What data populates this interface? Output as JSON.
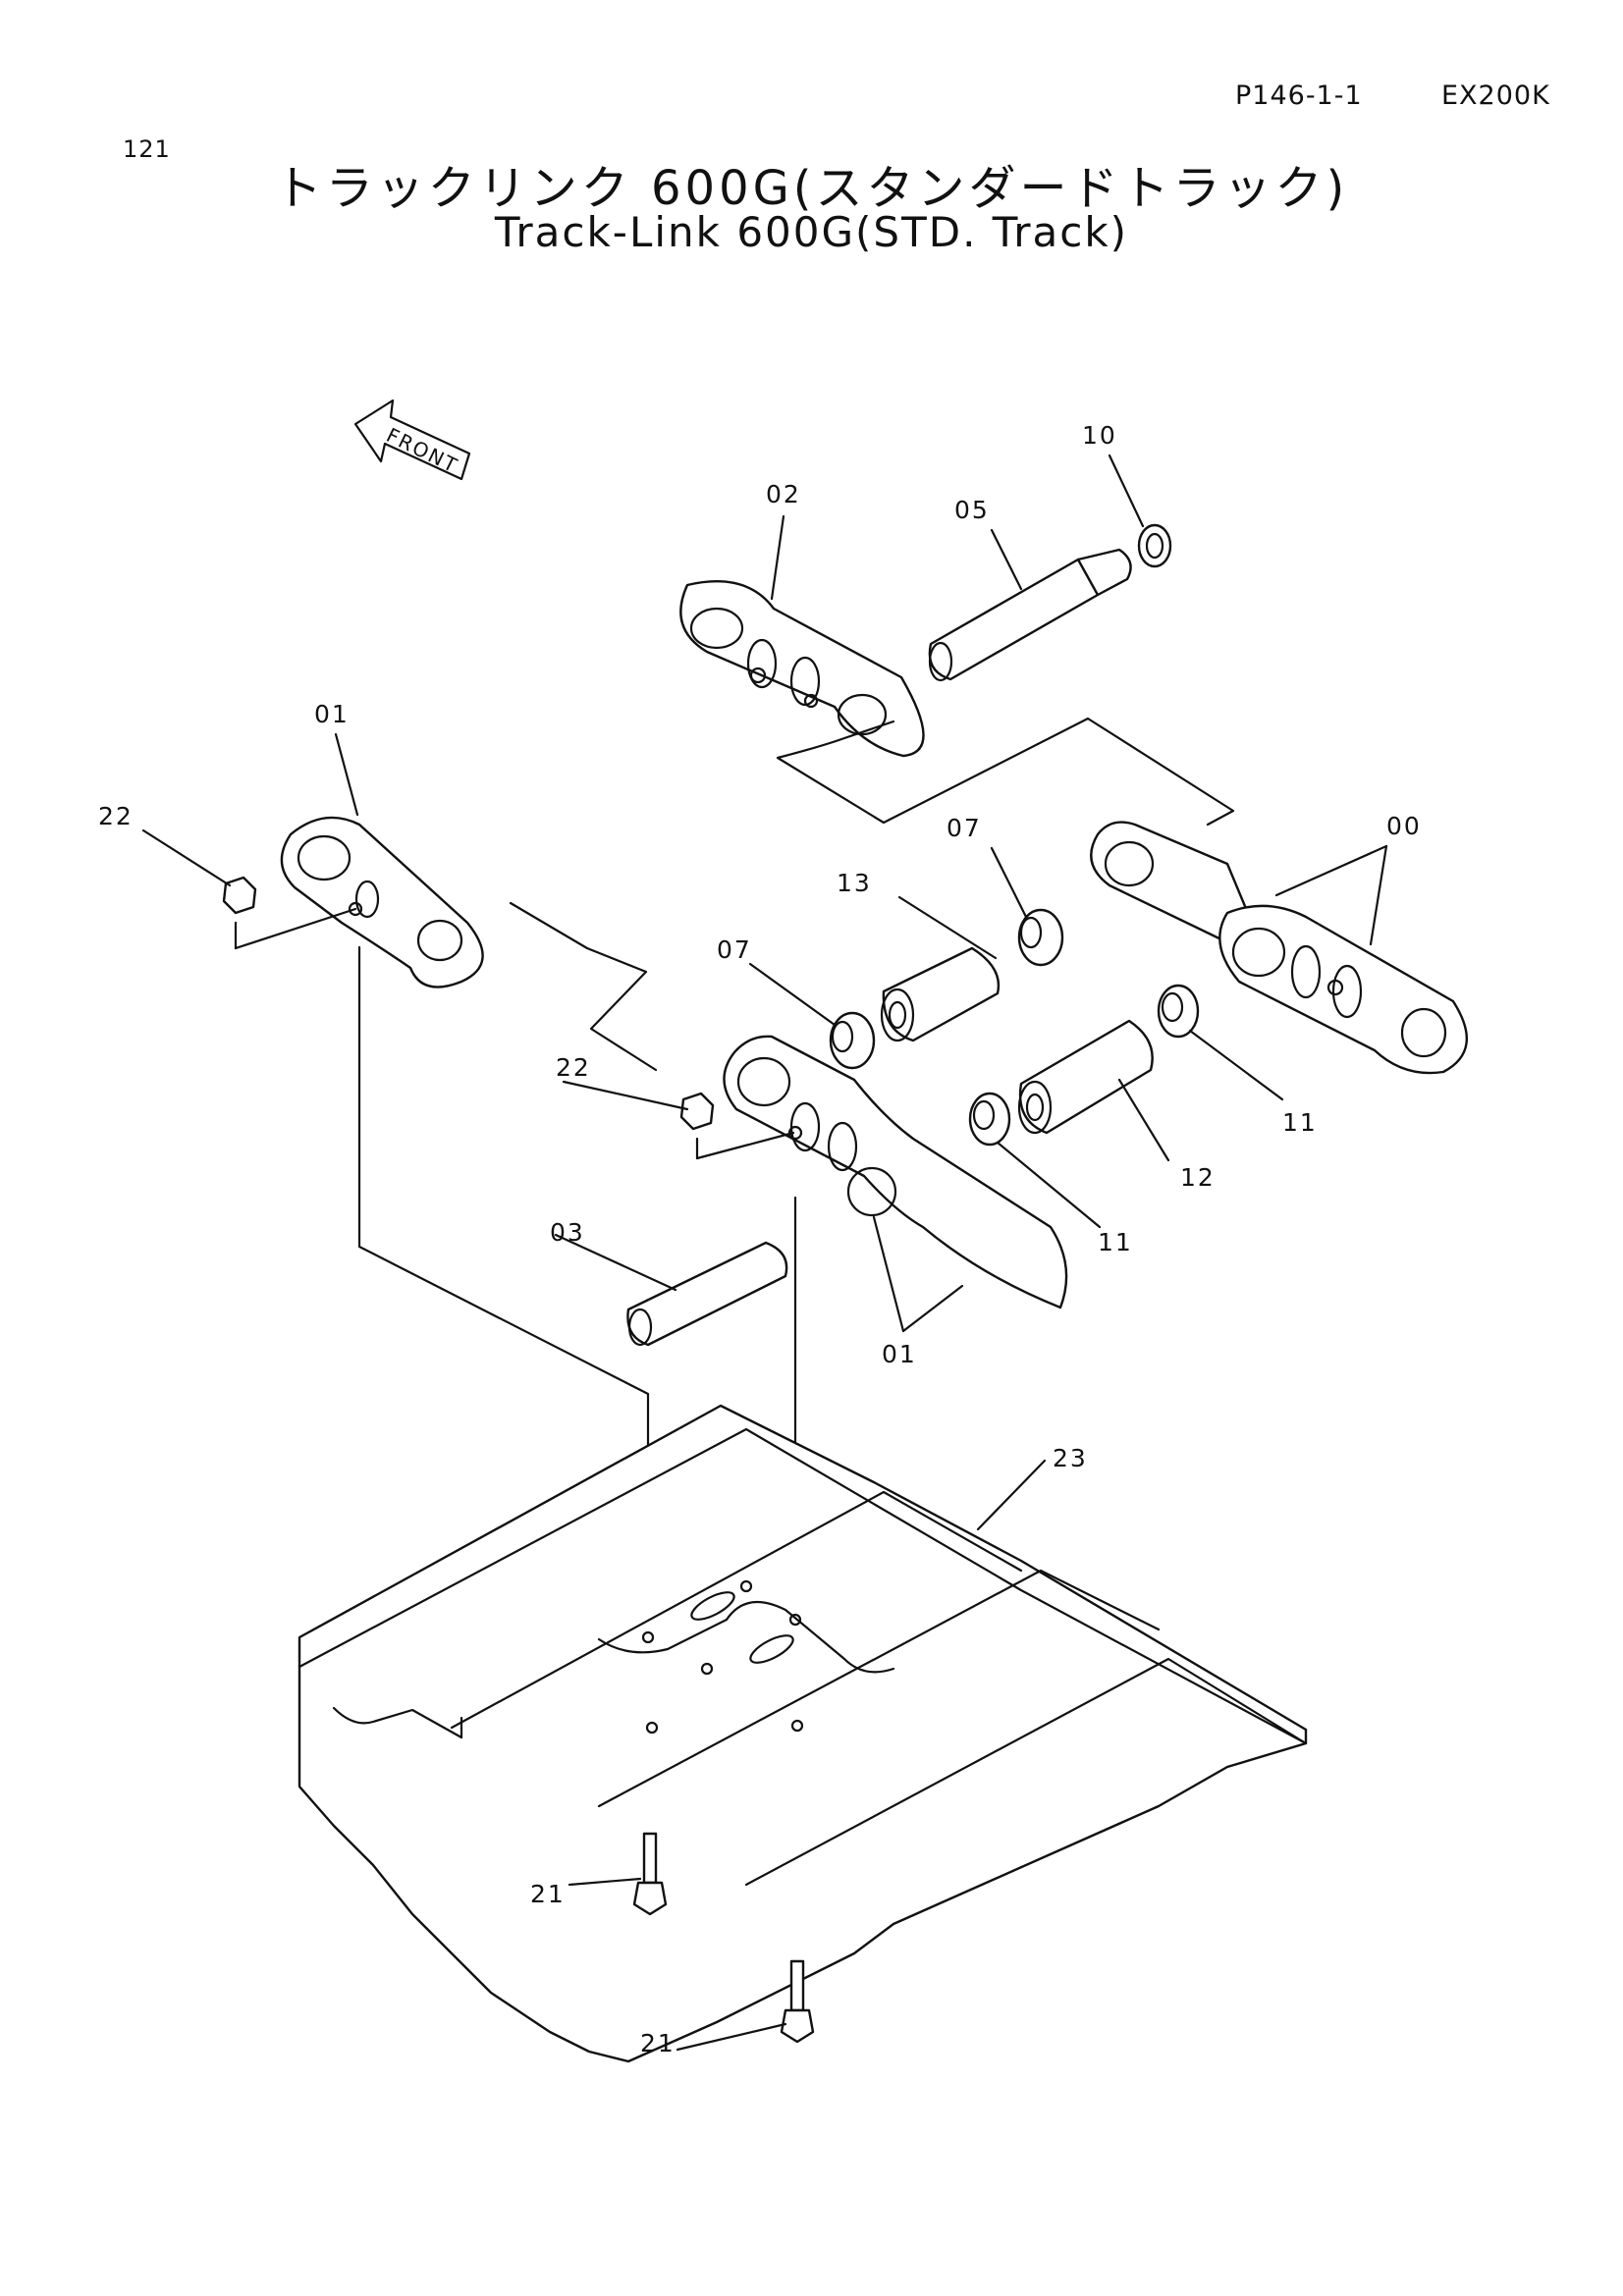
{
  "header": {
    "page_number": "121",
    "page_code": "P146-1-1",
    "model": "EX200K"
  },
  "title": {
    "japanese": "トラックリンク 600G(スタンダードトラック)",
    "english": "Track-Link 600G(STD. Track)"
  },
  "diagram": {
    "direction_arrow": "FRONT",
    "callouts": [
      "00",
      "01",
      "01",
      "02",
      "03",
      "05",
      "07",
      "07",
      "10",
      "11",
      "11",
      "12",
      "13",
      "21",
      "21",
      "22",
      "22",
      "23"
    ]
  },
  "colors": {
    "ink": "#111111",
    "paper": "#ffffff"
  }
}
